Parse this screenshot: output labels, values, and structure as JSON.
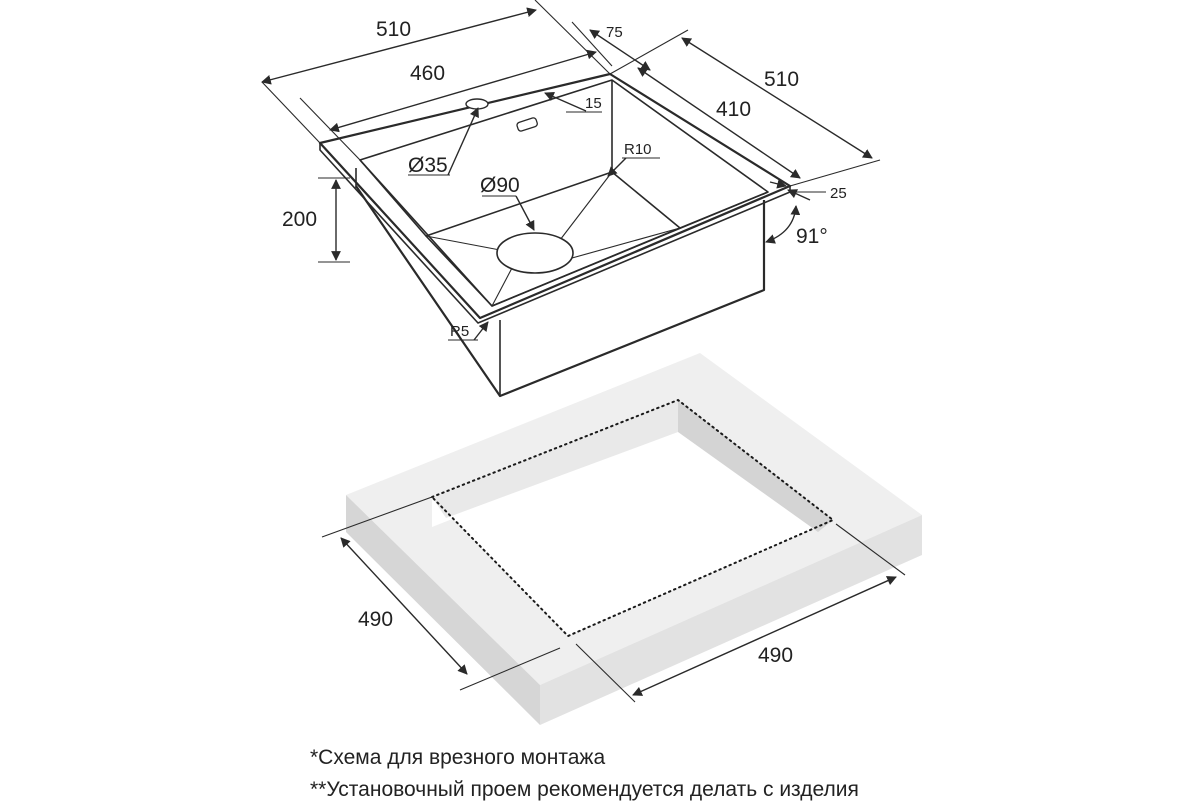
{
  "sink": {
    "width_outer": "510",
    "width_inner": "460",
    "depth_outer": "510",
    "depth_inner": "410",
    "flange_back": "75",
    "flange_side": "25",
    "overflow_offset": "15",
    "height": "200",
    "tap_hole": "Ø35",
    "drain": "Ø90",
    "radius_inner": "R10",
    "radius_bottom": "R5",
    "wall_angle": "91°"
  },
  "countertop": {
    "cutout_depth": "490",
    "cutout_width": "490"
  },
  "notes": [
    "*Схема для врезного монтажа",
    "**Установочный проем рекомендуется делать с изделия"
  ],
  "colors": {
    "line": "#2a2a2a",
    "countertop_top": "#efefef",
    "countertop_front": "#e2e2e2",
    "countertop_side": "#d6d6d6",
    "cutout_inner_wall": "#d8d8d8",
    "text": "#222222"
  }
}
